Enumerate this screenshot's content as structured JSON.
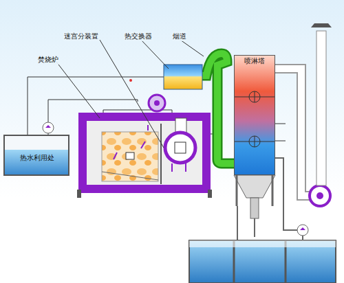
{
  "diagram": {
    "nodes": [
      {
        "text": [
          "热水利用处"
        ]
      },
      {
        "text": [
          "喷淋塔"
        ]
      }
    ],
    "labels": [
      "迷宫分装置",
      "热交换器",
      "烟道",
      "焚烧炉"
    ]
  }
}
